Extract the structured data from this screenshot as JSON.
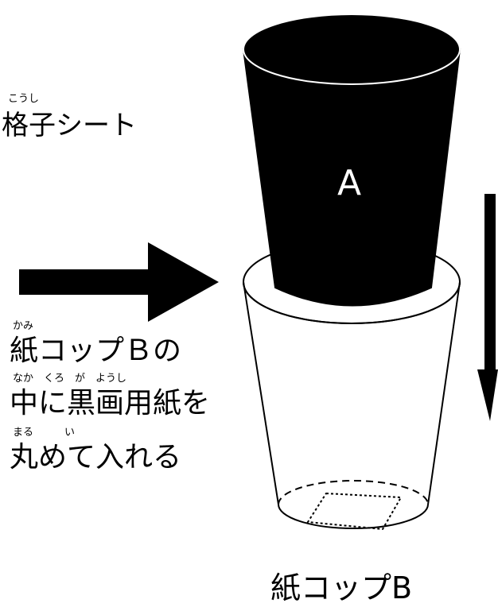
{
  "labels": {
    "grid_sheet": {
      "ruby": "こうし",
      "text": "格子シート"
    },
    "instruction": {
      "line1_ruby": "かみ",
      "line1": "紙コップＢの",
      "line2_ruby": "なか　くろ　が　ようし",
      "line2": "中に黒画用紙を",
      "line3_ruby": "まる　　　い",
      "line3": "丸めて入れる"
    },
    "cup_a_label": "A",
    "cup_b_caption": "紙コップB"
  },
  "colors": {
    "ink": "#000000",
    "paper": "#ffffff"
  },
  "icons": {
    "right_arrow": "right-arrow-icon",
    "down_arrow": "down-arrow-icon"
  }
}
